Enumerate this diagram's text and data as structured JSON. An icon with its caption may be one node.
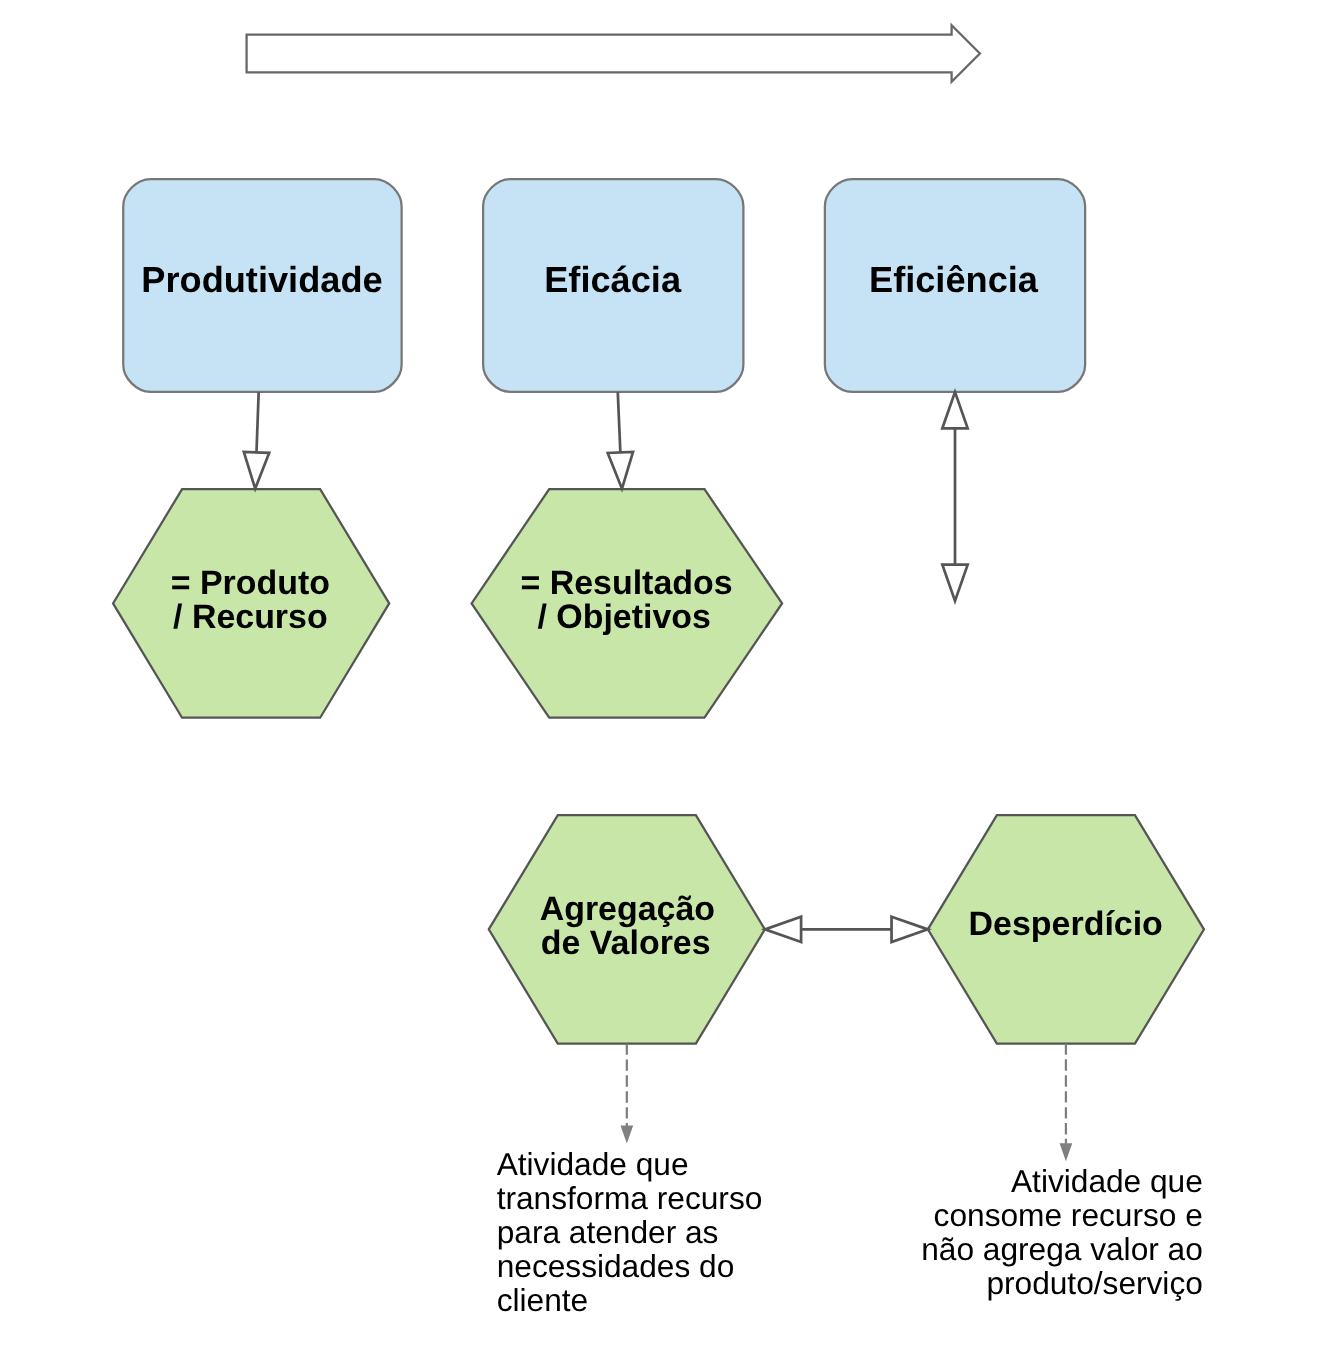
{
  "diagram": {
    "nodes": [
      {
        "text": [],
        "shape": "arrow"
      },
      {
        "text": [
          "Produtividade"
        ]
      },
      {
        "text": [
          "Eficácia"
        ]
      },
      {
        "text": [
          "Eficiência"
        ]
      },
      {
        "text": [
          "= Produto / Recurso"
        ]
      },
      {
        "text": [
          "= Resultados / Objetivos"
        ]
      },
      {
        "text": [
          "Agregação de Valores"
        ]
      },
      {
        "text": [
          "Desperdício"
        ]
      },
      {
        "text": [
          "Atividade que transforma recurso para atender as necessidades do cliente"
        ]
      },
      {
        "text": [
          "Atividade que consome recurso e não agrega valor ao produto/serviço"
        ]
      }
    ],
    "edges": [
      {
        "from": 1,
        "to": 4,
        "arrow": "to"
      },
      {
        "from": 2,
        "to": 5,
        "arrow": "to"
      },
      {
        "from": 3,
        "to": null,
        "arrow": "both"
      },
      {
        "from": 6,
        "to": 7,
        "arrow": "both"
      },
      {
        "from": 6,
        "to": 8,
        "arrow": "to",
        "style": "dashed",
        "color": "#808080"
      },
      {
        "from": 7,
        "to": 9,
        "arrow": "to",
        "style": "dashed",
        "color": "#808080"
      }
    ]
  }
}
